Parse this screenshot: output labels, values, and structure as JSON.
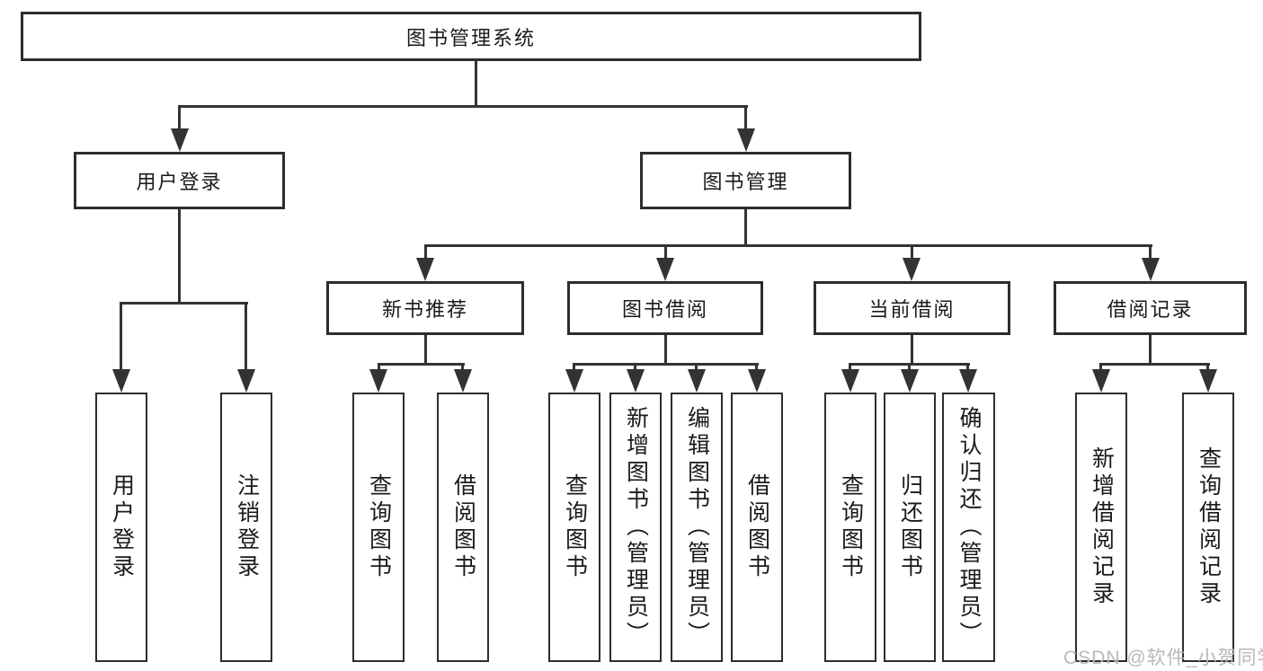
{
  "tree": {
    "label": "图书管理系统",
    "children": [
      {
        "label": "用户登录",
        "children": [
          {
            "label": "用户登录"
          },
          {
            "label": "注销登录"
          }
        ]
      },
      {
        "label": "图书管理",
        "children": [
          {
            "label": "新书推荐",
            "children": [
              {
                "label": "查询图书"
              },
              {
                "label": "借阅图书"
              }
            ]
          },
          {
            "label": "图书借阅",
            "children": [
              {
                "label": "查询图书"
              },
              {
                "label": "新增图书（管理员）"
              },
              {
                "label": "编辑图书（管理员）"
              },
              {
                "label": "借阅图书"
              }
            ]
          },
          {
            "label": "当前借阅",
            "children": [
              {
                "label": "查询图书"
              },
              {
                "label": "归还图书"
              },
              {
                "label": "确认归还（管理员）"
              }
            ]
          },
          {
            "label": "借阅记录",
            "children": [
              {
                "label": "新增借阅记录"
              },
              {
                "label": "查询借阅记录"
              }
            ]
          }
        ]
      }
    ]
  },
  "watermark": {
    "text": "CSDN @软件_小贺同学"
  },
  "colors": {
    "line": "#333333",
    "border": "#2d2d2d",
    "text": "#1a1a1a",
    "bg": "#ffffff",
    "watermark": "#b9b9b9"
  }
}
